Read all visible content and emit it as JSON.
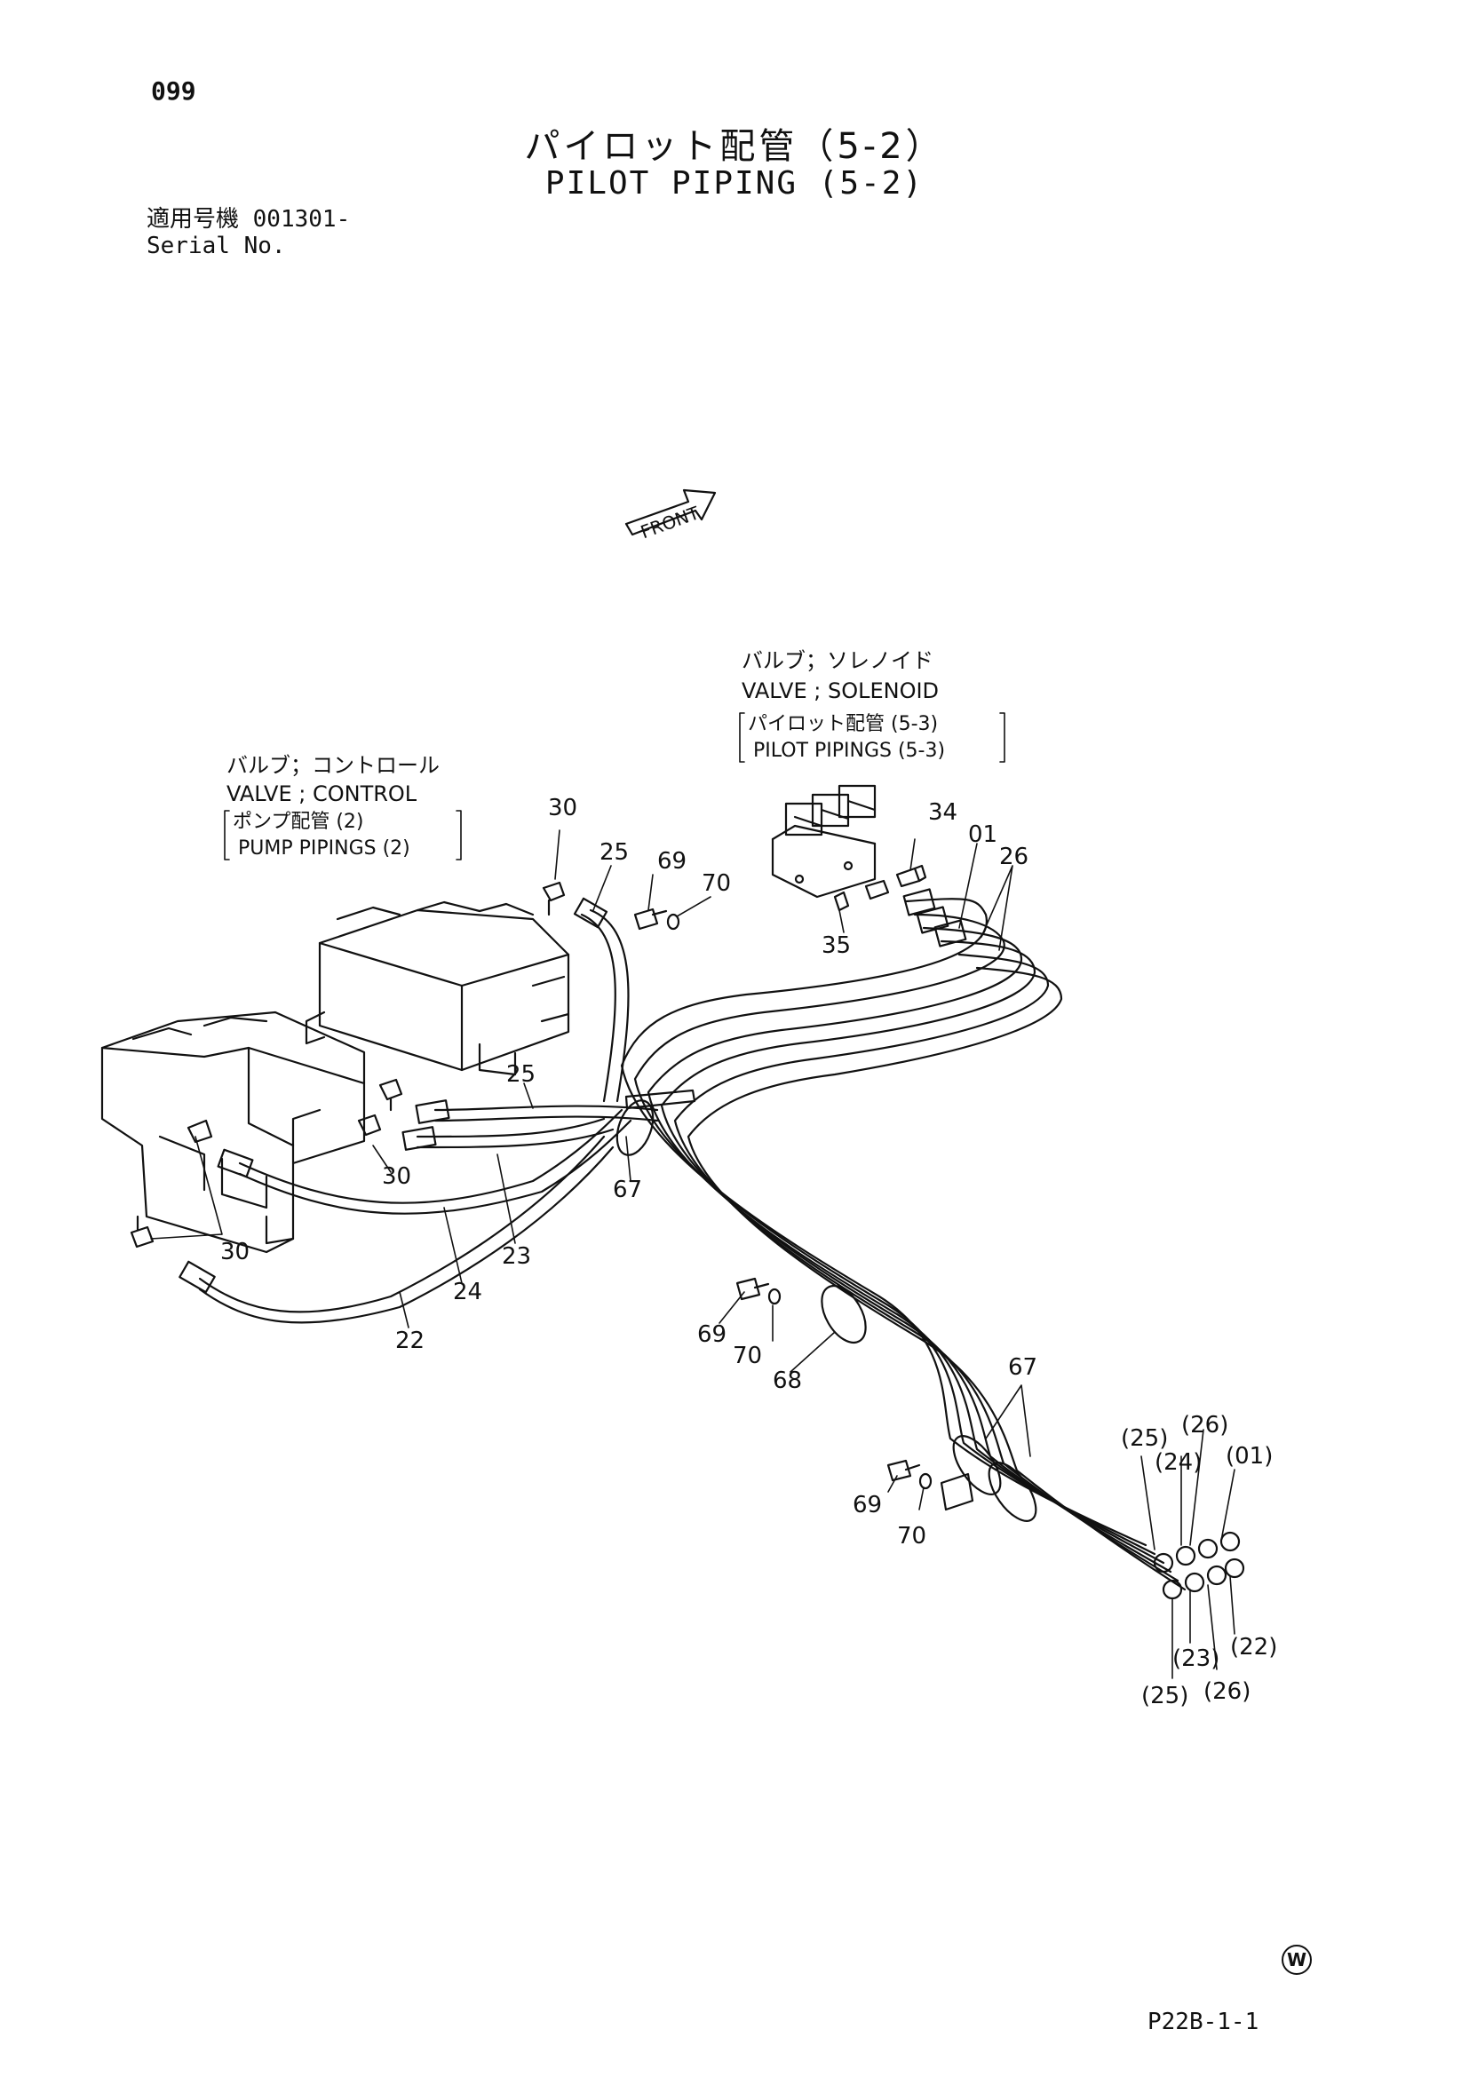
{
  "header": {
    "page_number": "099",
    "title_jp": "パイロット配管（5-2）",
    "title_en": "PILOT PIPING (5-2)",
    "serial_jp": "適用号機 001301-",
    "serial_en": "Serial No."
  },
  "front_label": "FRONT",
  "callouts": {
    "solenoid": [
      "バルブ；ソレノイド",
      "VALVE ; SOLENOID",
      "パイロット配管 (5-3)",
      "PILOT PIPINGS (5-3)"
    ],
    "control": [
      "バルブ；コントロール",
      "VALVE ; CONTROL",
      "ポンプ配管 (2)",
      "PUMP PIPINGS (2)"
    ]
  },
  "parts": {
    "p30a": "30",
    "p25a": "25",
    "p69a": "69",
    "p70a": "70",
    "p34": "34",
    "p01": "01",
    "p26": "26",
    "p35": "35",
    "p25b": "25",
    "p30b": "30",
    "p30c": "30",
    "p67a": "67",
    "p23": "23",
    "p24": "24",
    "p22": "22",
    "p69b": "69",
    "p70b": "70",
    "p68": "68",
    "p67b": "67",
    "p69c": "69",
    "p70c": "70",
    "r25a": "(25)",
    "r26a": "(26)",
    "r24": "(24)",
    "r01": "(01)",
    "r22": "(22)",
    "r23": "(23)",
    "r25b": "(25)",
    "r26b": "(26)"
  },
  "footer": {
    "mark": "W",
    "code": "P22B-1-1"
  }
}
